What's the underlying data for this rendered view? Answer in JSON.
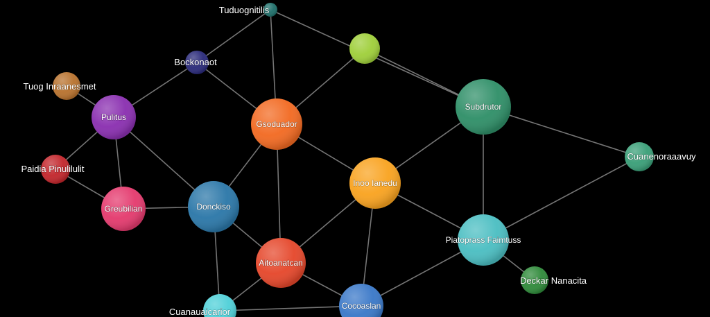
{
  "nodes": [
    {
      "id": "n1",
      "label": "Tuduognitilis",
      "color": "#1f6f6a"
    },
    {
      "id": "n2",
      "label": "",
      "color": "#9fcf3a"
    },
    {
      "id": "n3",
      "label": "Bockonaot",
      "color": "#2a2a7a"
    },
    {
      "id": "n4",
      "label": "Tuog Inraanesmet",
      "color": "#b8722e"
    },
    {
      "id": "n5",
      "label": "Pulitus",
      "color": "#8a2fb0"
    },
    {
      "id": "n6",
      "label": "Gsoduador",
      "color": "#f26a22"
    },
    {
      "id": "n7",
      "label": "Subdrutor",
      "color": "#2f8f68"
    },
    {
      "id": "n8",
      "label": "Paidia Pinulilulit",
      "color": "#c2262c"
    },
    {
      "id": "n9",
      "label": "Greubilian",
      "color": "#e43a6e"
    },
    {
      "id": "n10",
      "label": "Donckiso",
      "color": "#2b77a8"
    },
    {
      "id": "n11",
      "label": "Inoo Ianedu",
      "color": "#f9a320"
    },
    {
      "id": "n12",
      "label": "Cuanenoraaavuy",
      "color": "#3a9f78"
    },
    {
      "id": "n13",
      "label": "Piatoprass Faimtuss",
      "color": "#4bbec2"
    },
    {
      "id": "n14",
      "label": "Aitoanatcan",
      "color": "#e5472b"
    },
    {
      "id": "n15",
      "label": "Deckar Nanacita",
      "color": "#2f8a3a"
    },
    {
      "id": "n16",
      "label": "Cuanauaicarior",
      "color": "#4fd0d8"
    },
    {
      "id": "n17",
      "label": "Cocoaslan",
      "color": "#3a78c8"
    }
  ],
  "edges": [
    [
      "n1",
      "n6"
    ],
    [
      "n1",
      "n3"
    ],
    [
      "n1",
      "n7"
    ],
    [
      "n3",
      "n5"
    ],
    [
      "n3",
      "n6"
    ],
    [
      "n2",
      "n6"
    ],
    [
      "n2",
      "n7"
    ],
    [
      "n5",
      "n4"
    ],
    [
      "n5",
      "n8"
    ],
    [
      "n5",
      "n9"
    ],
    [
      "n5",
      "n10"
    ],
    [
      "n8",
      "n9"
    ],
    [
      "n9",
      "n10"
    ],
    [
      "n6",
      "n10"
    ],
    [
      "n6",
      "n11"
    ],
    [
      "n6",
      "n14"
    ],
    [
      "n7",
      "n11"
    ],
    [
      "n7",
      "n12"
    ],
    [
      "n7",
      "n13"
    ],
    [
      "n12",
      "n13"
    ],
    [
      "n11",
      "n13"
    ],
    [
      "n11",
      "n14"
    ],
    [
      "n11",
      "n17"
    ],
    [
      "n10",
      "n14"
    ],
    [
      "n10",
      "n16"
    ],
    [
      "n13",
      "n15"
    ],
    [
      "n13",
      "n17"
    ],
    [
      "n14",
      "n16"
    ],
    [
      "n14",
      "n17"
    ],
    [
      "n16",
      "n17"
    ]
  ]
}
